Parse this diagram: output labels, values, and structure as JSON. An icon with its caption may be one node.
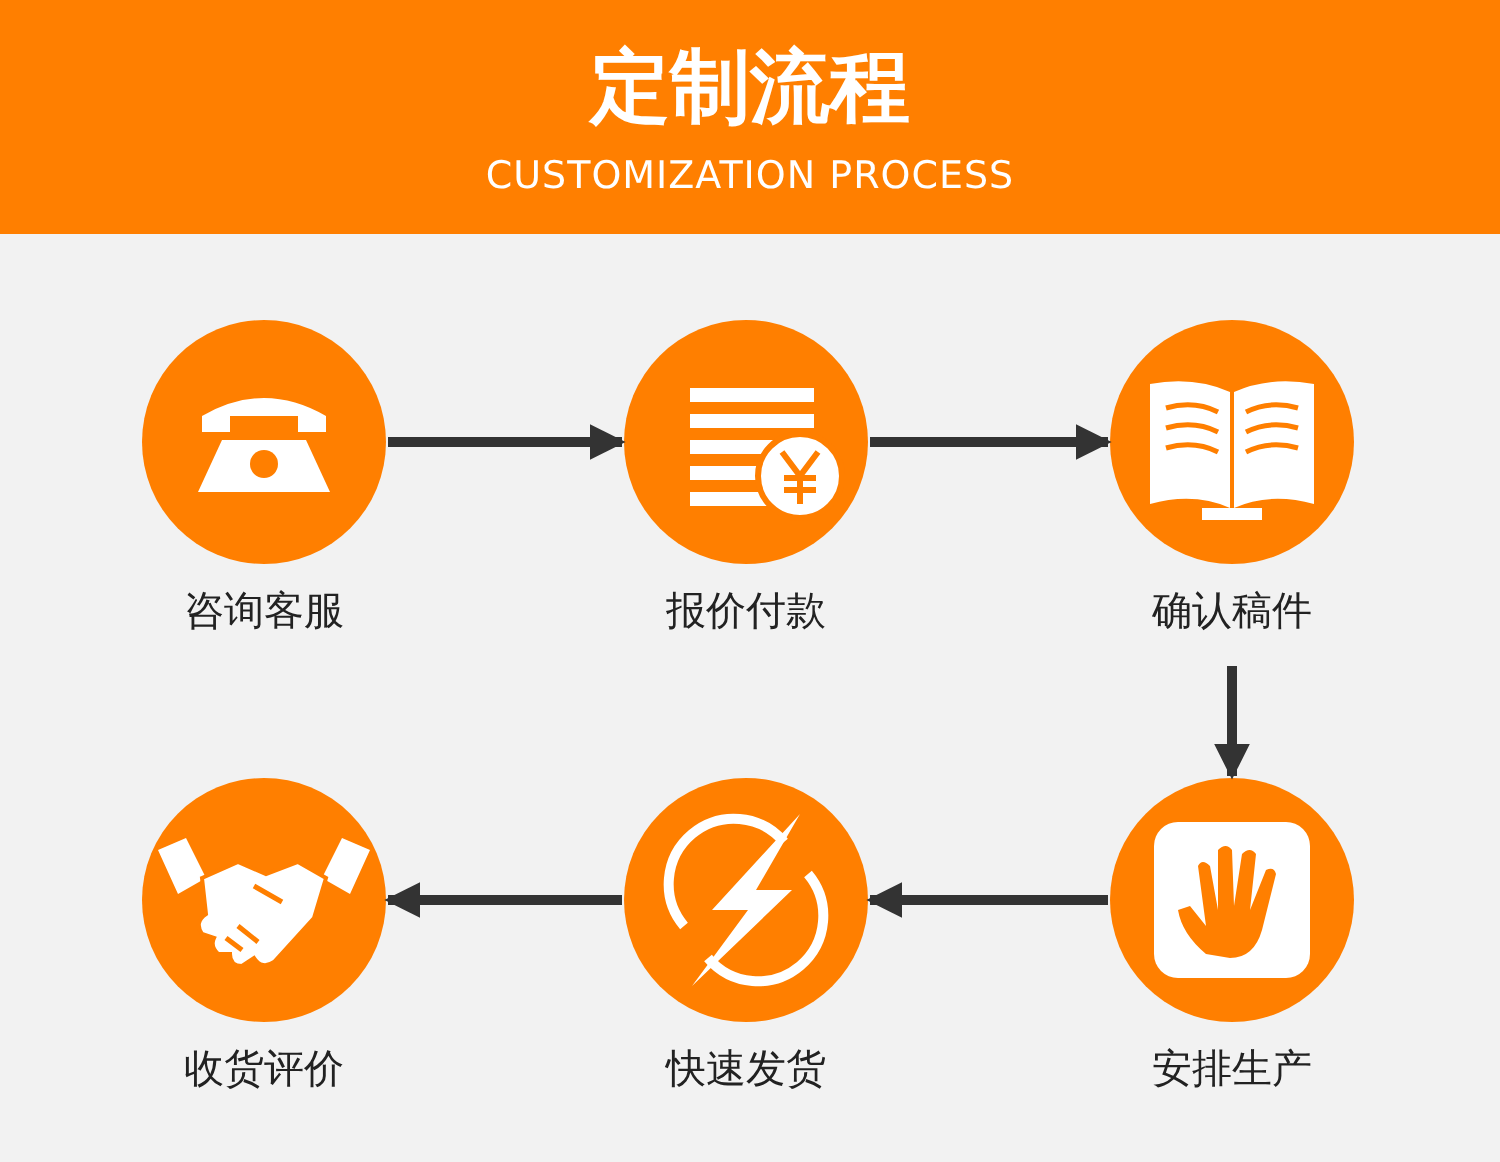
{
  "diagram": {
    "title": "定制流程",
    "caption": "CUSTOMIZATION PROCESS",
    "nodes": [
      {
        "text": [
          "咨询客服"
        ]
      },
      {
        "text": [
          "报价付款"
        ]
      },
      {
        "text": [
          "确认稿件"
        ]
      },
      {
        "text": [
          "安排生产"
        ]
      },
      {
        "text": [
          "快速发货"
        ]
      },
      {
        "text": [
          "收货评价"
        ]
      }
    ],
    "edges": [
      {
        "from": 0,
        "to": 1,
        "arrow": "to"
      },
      {
        "from": 1,
        "to": 2,
        "arrow": "to"
      },
      {
        "from": 2,
        "to": 3,
        "arrow": "to"
      },
      {
        "from": 3,
        "to": 4,
        "arrow": "to"
      },
      {
        "from": 4,
        "to": 5,
        "arrow": "to"
      }
    ]
  }
}
